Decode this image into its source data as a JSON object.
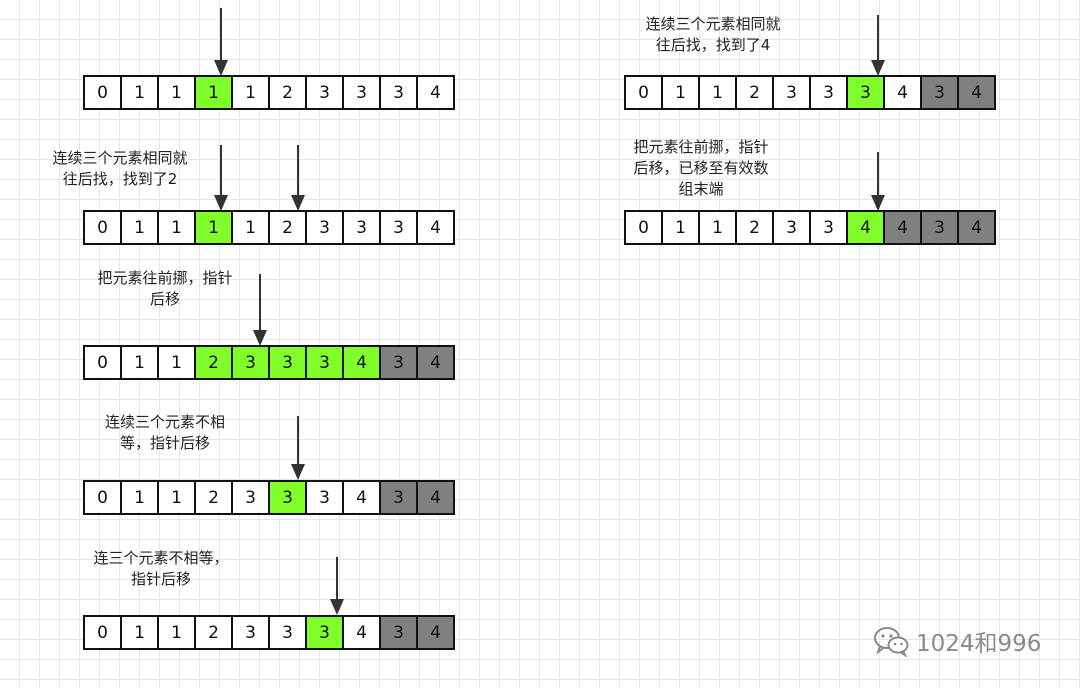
{
  "rows": [
    {
      "cells": [
        "0",
        "1",
        "1",
        "1",
        "1",
        "2",
        "3",
        "3",
        "3",
        "4"
      ],
      "green": [
        3
      ],
      "gray": []
    },
    {
      "cells": [
        "0",
        "1",
        "1",
        "1",
        "1",
        "2",
        "3",
        "3",
        "3",
        "4"
      ],
      "green": [
        3
      ],
      "gray": []
    },
    {
      "cells": [
        "0",
        "1",
        "1",
        "2",
        "3",
        "3",
        "3",
        "4",
        "3",
        "4"
      ],
      "green": [
        3,
        4,
        5,
        6,
        7
      ],
      "gray": [
        8,
        9
      ]
    },
    {
      "cells": [
        "0",
        "1",
        "1",
        "2",
        "3",
        "3",
        "3",
        "4",
        "3",
        "4"
      ],
      "green": [
        5
      ],
      "gray": [
        8,
        9
      ]
    },
    {
      "cells": [
        "0",
        "1",
        "1",
        "2",
        "3",
        "3",
        "3",
        "4",
        "3",
        "4"
      ],
      "green": [
        6
      ],
      "gray": [
        8,
        9
      ]
    },
    {
      "cells": [
        "0",
        "1",
        "1",
        "2",
        "3",
        "3",
        "3",
        "4",
        "3",
        "4"
      ],
      "green": [
        6
      ],
      "gray": [
        8,
        9
      ]
    },
    {
      "cells": [
        "0",
        "1",
        "1",
        "2",
        "3",
        "3",
        "4",
        "4",
        "3",
        "4"
      ],
      "green": [
        6
      ],
      "gray": [
        7,
        8,
        9
      ]
    }
  ],
  "notes": {
    "n1": "连续三个元素相同就\n往后找，找到了2",
    "n2": "把元素往前挪，指针\n后移",
    "n3": "连续三个元素不相\n等，指针后移",
    "n4": "连三个元素不相等，\n指针后移",
    "n5": "连续三个元素相同就\n往后找，找到了4",
    "n6": "把元素往前挪，指针\n后移，已移至有效数\n组末端"
  },
  "watermark": "1024和996",
  "colors": {
    "highlight": "#80ff2a",
    "moved": "#808080",
    "border": "#111111"
  }
}
